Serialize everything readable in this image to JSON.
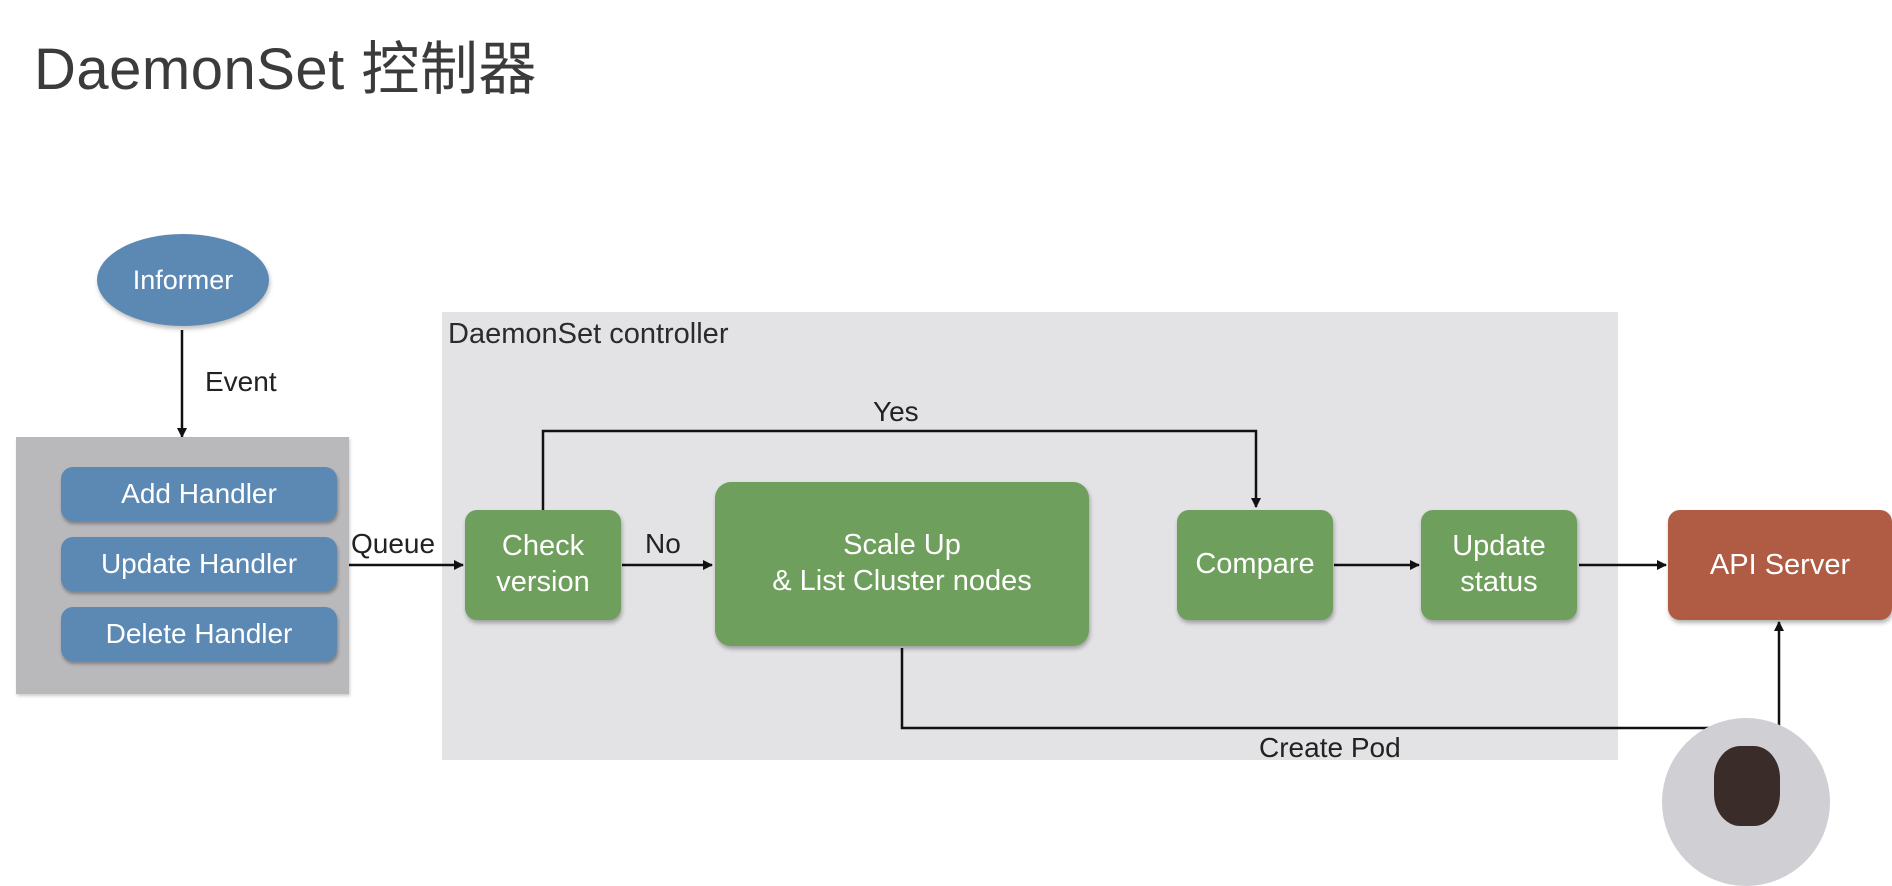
{
  "title": "DaemonSet 控制器",
  "controller_label": "DaemonSet controller",
  "nodes": {
    "informer": "Informer",
    "handlers": [
      "Add Handler",
      "Update Handler",
      "Delete Handler"
    ],
    "check_version": "Check\nversion",
    "scale_up": "Scale Up\n& List Cluster nodes",
    "compare": "Compare",
    "update_status": "Update\nstatus",
    "api_server": "API Server"
  },
  "edges": {
    "event": "Event",
    "queue": "Queue",
    "yes": "Yes",
    "no": "No",
    "create_pod": "Create  Pod"
  },
  "colors": {
    "process_green": "#6f9f5c",
    "handler_blue": "#5b89b4",
    "api_red": "#b05c45",
    "panel_gray": "#e3e3e6"
  }
}
